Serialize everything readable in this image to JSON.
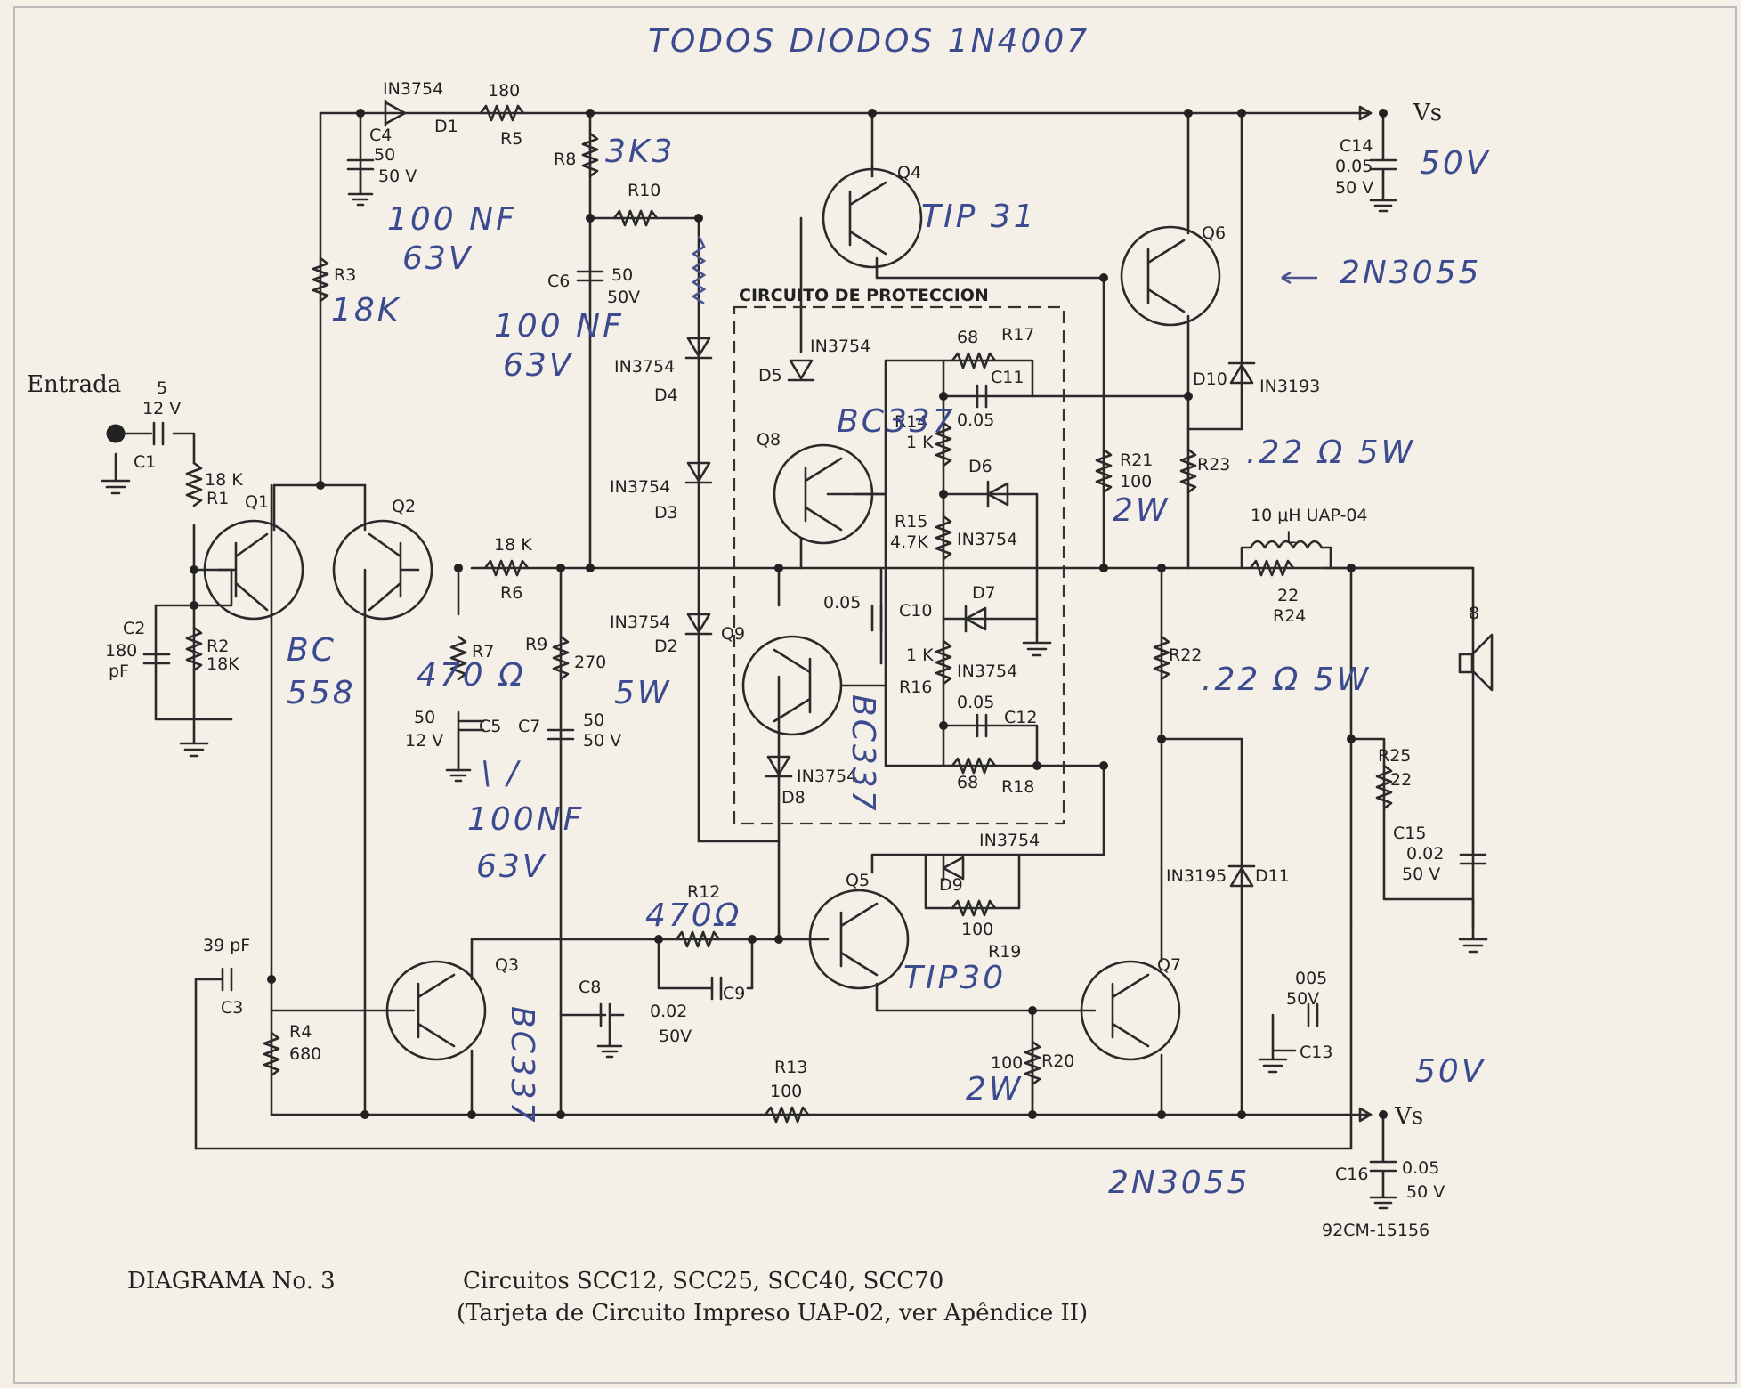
{
  "handwritten": {
    "all_diodes": "TODOS DIODOS 1N4007",
    "r8_value": "3K3",
    "c8_value": "100 NF",
    "c8_voltage": "63V",
    "r3_value": "18K",
    "c6_value": "100 NF",
    "c6_voltage": "63V",
    "vs_top": "50V",
    "q4_type": "TIP 31",
    "q6_type": "2N3055",
    "r23_rating": ".22 Ω 5W",
    "q1q2_type_a": "BC",
    "q1q2_type_b": "558",
    "q8_type": "BC337",
    "q9_type": "BC337",
    "r7_value": "470 Ω",
    "r9_rating": "5W",
    "c5_note": "\\ /",
    "c7_value": "100NF",
    "c7_voltage": "63V",
    "r21_rating": "2W",
    "r22_rating": ".22 Ω 5W",
    "r12_value": "470Ω",
    "q5_type": "TIP30",
    "q3_type": "BC337",
    "r20_rating": "2W",
    "vs_bottom": "50V",
    "q7_type": "2N3055"
  },
  "labels": {
    "input": "Entrada",
    "c1": "C1",
    "c1_val": "5",
    "c1_v": "12 V",
    "r1": "R1",
    "r1_val": "18 K",
    "r2": "R2",
    "r2_val": "18K",
    "c2": "C2",
    "c2_val": "180",
    "c2_unit": "pF",
    "q1": "Q1",
    "q2": "Q2",
    "q3": "Q3",
    "q4": "Q4",
    "q5": "Q5",
    "q6": "Q6",
    "q7": "Q7",
    "q8": "Q8",
    "q9": "Q9",
    "d1_type": "IN3754",
    "d1": "D1",
    "r5_val": "180",
    "r5": "R5",
    "c4": "C4",
    "c4_val": "50",
    "c4_v": "50 V",
    "r8": "R8",
    "r10": "R10",
    "r3": "R3",
    "c6": "C6",
    "c6_val": "50",
    "c6_v": "50V",
    "vs": "Vs",
    "vs_neg": "- Vs",
    "c14": "C14",
    "c14_val": "0.05",
    "c14_v": "50 V",
    "prot": "CIRCUITO DE PROTECCION",
    "d4_type": "IN3754",
    "d4": "D4",
    "d3_type": "IN3754",
    "d3": "D3",
    "d2_type": "IN3754",
    "d2": "D2",
    "d5": "D5",
    "d5_type": "IN3754",
    "r17": "R17",
    "r17_val": "68",
    "c11": "C11",
    "c11_val": "0.05",
    "d10": "D10",
    "d10_type": "IN3193",
    "r14": "R14",
    "r14_val": "1 K",
    "d6": "D6",
    "d6_type": "IN3754",
    "r15": "R15",
    "r15_val": "4.7K",
    "r21": "R21",
    "r21_val": "100",
    "r23": "R23",
    "l": "L",
    "l_val": "10 μH UAP-04",
    "r24": "R24",
    "r24_val": "22",
    "spk": "8",
    "r6_val": "18 K",
    "r6": "R6",
    "r7": "R7",
    "r9": "R9",
    "r9_val": "270",
    "c10_val": "0.05",
    "c10": "C10",
    "d7": "D7",
    "d7_type": "IN3754",
    "r16_val": "1 K",
    "r16": "R16",
    "c12_val": "0.05",
    "c12": "C12",
    "r22": "R22",
    "c5_val": "50",
    "c5_v": "12 V",
    "c5": "C5",
    "c7": "C7",
    "c7_val": "50",
    "c7_v": "50 V",
    "d8_type": "IN3754",
    "d8": "D8",
    "r18_val": "68",
    "r18": "R18",
    "r25": "R25",
    "r25_val": "22",
    "c15": "C15",
    "c15_val": "0.02",
    "c15_v": "50 V",
    "d9_type": "IN3754",
    "d9": "D9",
    "r19_val": "100",
    "r19": "R19",
    "d11_type": "IN3195",
    "d11": "D11",
    "r12": "R12",
    "c9": "C9",
    "c8": "C8",
    "c9_val": "0.02",
    "c9_v": "50V",
    "c3_val": "39 pF",
    "c3": "C3",
    "r4": "R4",
    "r4_val": "680",
    "r13": "R13",
    "r13_val": "100",
    "r20": "R20",
    "r20_val": "100",
    "c13_val": "005",
    "c13_v": "50V",
    "c13": "C13",
    "c16": "C16",
    "c16_val": "0.05",
    "c16_v": "50 V",
    "fig_code": "92CM-15156"
  },
  "caption": {
    "title": "DIAGRAMA No. 3",
    "line1": "Circuitos SCC12, SCC25, SCC40, SCC70",
    "line2": "(Tarjeta de Circuito Impreso UAP-02, ver Apêndice II)"
  }
}
